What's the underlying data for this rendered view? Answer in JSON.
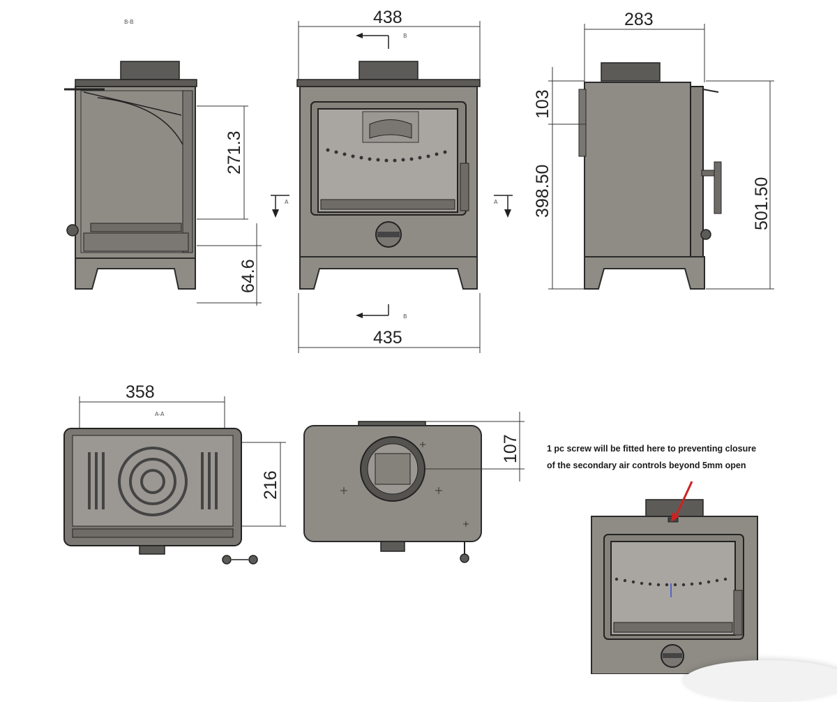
{
  "labels": {
    "section_bb": "B-B",
    "section_aa": "A-A",
    "marker_b": "B",
    "marker_a": "A"
  },
  "dimensions": {
    "front_top_width": "438",
    "front_bottom_width": "435",
    "side_depth": "283",
    "side_top_height": "103",
    "side_body_height": "398.50",
    "side_total_height": "501.50",
    "section_height": "271.3",
    "leg_height": "64.6",
    "plan_width": "358",
    "plan_depth": "216",
    "top_flue_offset": "107"
  },
  "note": {
    "line1": "1 pc screw will be fitted here to preventing closure",
    "line2": "of the secondary air controls beyond 5mm open"
  },
  "colors": {
    "body": "#8f8c86",
    "outline": "#2b2b2b",
    "arrow": "#cc2222",
    "marker": "#3a4fd0"
  }
}
